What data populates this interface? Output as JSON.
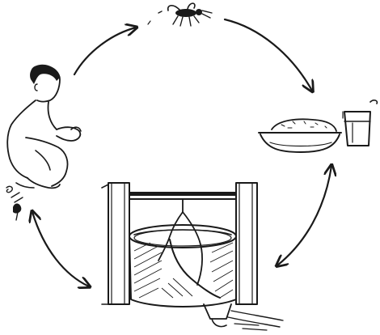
{
  "diagram": {
    "type": "cycle-illustration",
    "nodes": [
      {
        "id": "fly",
        "icon": "fly-icon"
      },
      {
        "id": "food",
        "icon": "food-bowl-and-cup-icon"
      },
      {
        "id": "water",
        "icon": "well-bucket-icon"
      },
      {
        "id": "person",
        "icon": "squatting-person-icon"
      }
    ],
    "arrows": [
      {
        "from": "person",
        "to": "fly",
        "style": "curved-arrow"
      },
      {
        "from": "fly",
        "to": "food",
        "style": "curved-arrow"
      },
      {
        "from": "food",
        "to": "water",
        "style": "double-headed-curved-arrow"
      },
      {
        "from": "water",
        "to": "person",
        "style": "double-headed-curved-arrow"
      }
    ],
    "colors": {
      "ink": "#1a1a1a",
      "background": "#ffffff"
    }
  }
}
